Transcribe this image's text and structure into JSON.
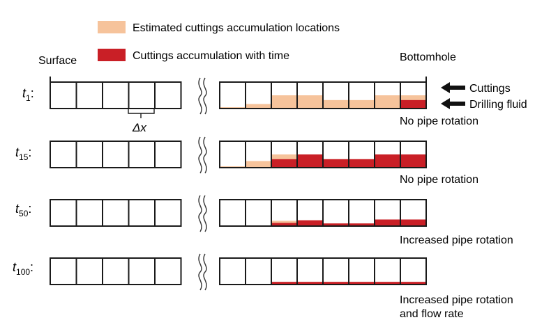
{
  "legend": [
    {
      "label": "Estimated cuttings accumulation locations",
      "color": "#f6c39b"
    },
    {
      "label": "Cuttings accumulation with time",
      "color": "#c91f26"
    }
  ],
  "labels": {
    "surface": "Surface",
    "bottomhole": "Bottomhole",
    "delta_x": "Δx",
    "cuttings": "Cuttings",
    "drilling_fluid": "Drilling fluid"
  },
  "arrows": [
    {
      "name": "cuttings-arrow-icon",
      "direction": "left"
    },
    {
      "name": "drilling-fluid-arrow-icon",
      "direction": "left"
    }
  ],
  "break_symbol": "wavy-break-icon",
  "rows": [
    {
      "time_base": "t",
      "time_sub": "1",
      "note_lines": [
        "No pipe rotation"
      ],
      "cells": [
        {
          "estimated": 0.05,
          "accumulated": 0
        },
        {
          "estimated": 0.17,
          "accumulated": 0
        },
        {
          "estimated": 0.5,
          "accumulated": 0
        },
        {
          "estimated": 0.5,
          "accumulated": 0
        },
        {
          "estimated": 0.32,
          "accumulated": 0
        },
        {
          "estimated": 0.32,
          "accumulated": 0
        },
        {
          "estimated": 0.5,
          "accumulated": 0
        },
        {
          "estimated": 0.5,
          "accumulated": 0.32
        }
      ]
    },
    {
      "time_base": "t",
      "time_sub": "15",
      "note_lines": [
        "No pipe rotation"
      ],
      "cells": [
        {
          "estimated": 0.05,
          "accumulated": 0
        },
        {
          "estimated": 0.25,
          "accumulated": 0
        },
        {
          "estimated": 0.5,
          "accumulated": 0.32
        },
        {
          "estimated": 0.5,
          "accumulated": 0.5
        },
        {
          "estimated": 0.32,
          "accumulated": 0.32
        },
        {
          "estimated": 0.32,
          "accumulated": 0.32
        },
        {
          "estimated": 0.5,
          "accumulated": 0.5
        },
        {
          "estimated": 0.5,
          "accumulated": 0.5
        }
      ]
    },
    {
      "time_base": "t",
      "time_sub": "50",
      "note_lines": [
        "Increased pipe rotation"
      ],
      "cells": [
        {
          "estimated": 0,
          "accumulated": 0
        },
        {
          "estimated": 0,
          "accumulated": 0
        },
        {
          "estimated": 0.2,
          "accumulated": 0.12
        },
        {
          "estimated": 0.22,
          "accumulated": 0.22
        },
        {
          "estimated": 0.1,
          "accumulated": 0.1
        },
        {
          "estimated": 0.1,
          "accumulated": 0.1
        },
        {
          "estimated": 0.25,
          "accumulated": 0.25
        },
        {
          "estimated": 0.25,
          "accumulated": 0.25
        }
      ]
    },
    {
      "time_base": "t",
      "time_sub": "100",
      "note_lines": [
        "Increased pipe rotation",
        "and flow rate"
      ],
      "cells": [
        {
          "estimated": 0,
          "accumulated": 0
        },
        {
          "estimated": 0,
          "accumulated": 0
        },
        {
          "estimated": 0.1,
          "accumulated": 0.1
        },
        {
          "estimated": 0.1,
          "accumulated": 0.1
        },
        {
          "estimated": 0.1,
          "accumulated": 0.1
        },
        {
          "estimated": 0.1,
          "accumulated": 0.1
        },
        {
          "estimated": 0.1,
          "accumulated": 0.1
        },
        {
          "estimated": 0.1,
          "accumulated": 0.1
        }
      ]
    }
  ]
}
